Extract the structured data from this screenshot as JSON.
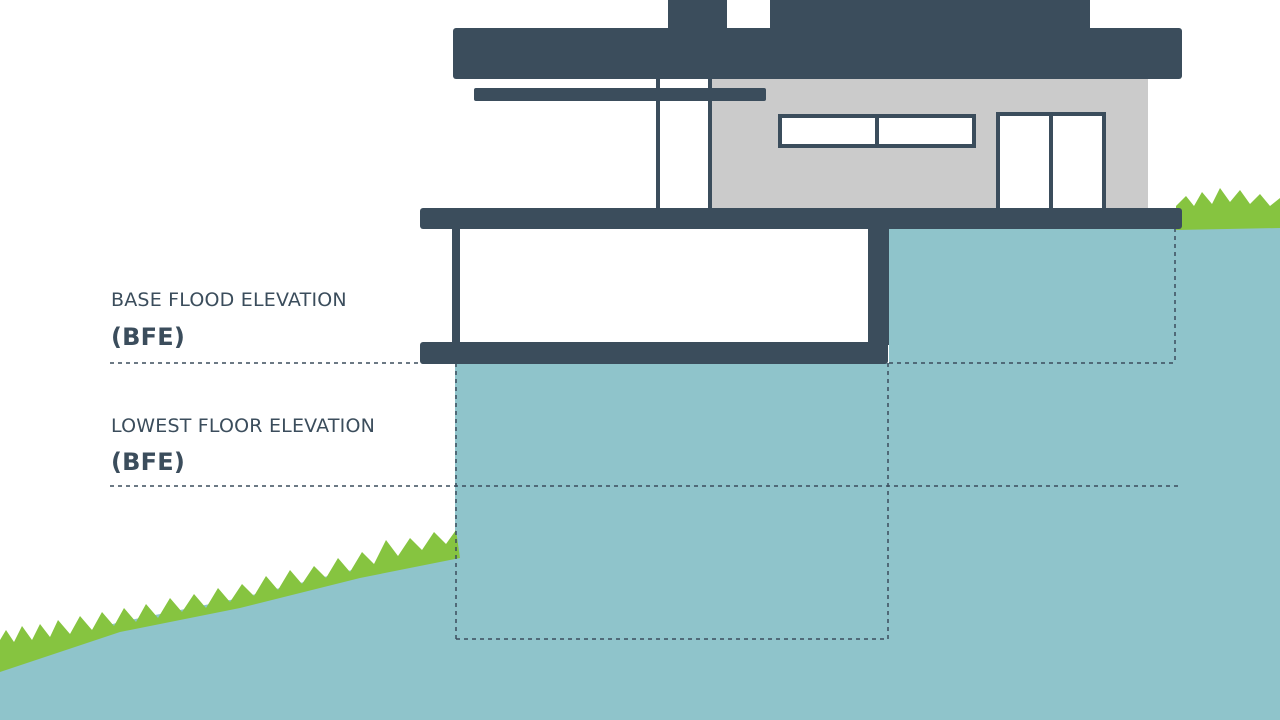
{
  "labels": {
    "base_flood_elevation": {
      "title": "BASE FLOOD ELEVATION",
      "abbr": "(BFE)"
    },
    "lowest_floor_elevation": {
      "title": "LOWEST FLOOR ELEVATION",
      "abbr": "(BFE)"
    }
  },
  "colors": {
    "water": "#8fc4cb",
    "grass": "#86c440",
    "structure": "#3b4d5c",
    "wall": "#cbcbcb",
    "background": "#ffffff"
  }
}
